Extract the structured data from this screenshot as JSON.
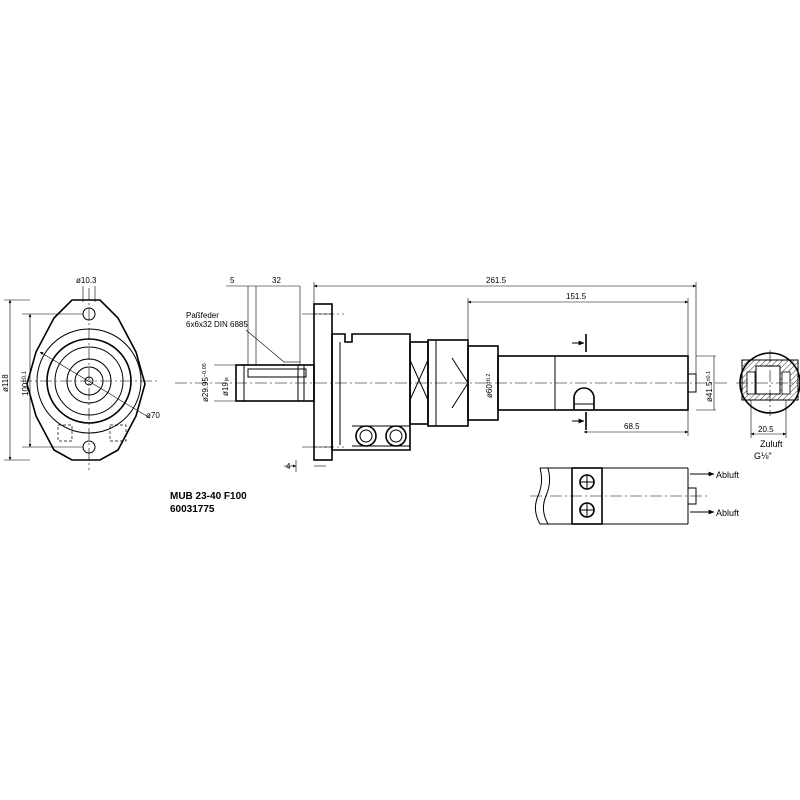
{
  "front_view": {
    "hole_dia": "ø10.3",
    "outer_dia": "ø118",
    "pitch_dia": "100",
    "pitch_tol": "±0.1",
    "bore_dia": "ø70"
  },
  "side_view": {
    "dim_5": "5",
    "dim_32": "32",
    "dim_261_5": "261.5",
    "dim_151_5": "151.5",
    "dim_68_5": "68.5",
    "dim_4": "4",
    "key_label": "Paßfeder",
    "key_spec": "6x6x32  DIN  6885",
    "shaft_dia_outer": "ø29.95",
    "shaft_dia_outer_tol": "−0.05",
    "shaft_dia_inner": "ø19",
    "shaft_dia_inner_tol": "js",
    "body_dia": "ø60",
    "body_dia_tol": "±0.2",
    "tail_dia": "ø41.5",
    "tail_dia_tol": "±0.1"
  },
  "section_view": {
    "dim_20_5": "20.5",
    "supply_label": "Zuluft",
    "thread": "G⅛\""
  },
  "bottom_view": {
    "exhaust_1": "Abluft",
    "exhaust_2": "Abluft"
  },
  "title_block": {
    "model": "MUB 23-40 F100",
    "part_number": "60031775"
  }
}
